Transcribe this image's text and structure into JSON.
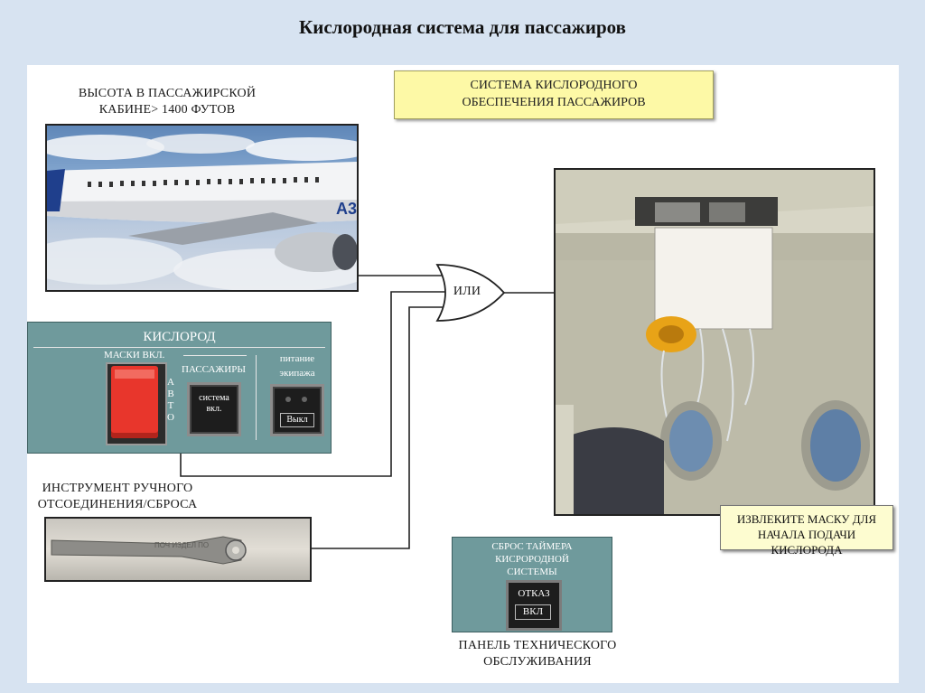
{
  "title": "Кислородная система для пассажиров",
  "system_box": {
    "line1": "СИСТЕМА КИСЛОРОДНОГО",
    "line2": "ОБЕСПЕЧЕНИЯ ПАССАЖИРОВ"
  },
  "altitude_label": {
    "line1": "ВЫСОТА В ПАССАЖИРСКОЙ",
    "line2": "КАБИНЕ> 1400 ФУТОВ"
  },
  "or_gate_label": "ИЛИ",
  "oxygen_panel": {
    "title": "КИСЛОРОД",
    "masks_label": "МАСКИ ВКЛ.",
    "auto_label": [
      "А",
      "В",
      "Т",
      "О"
    ],
    "passengers_label": "ПАССАЖИРЫ",
    "system_on": {
      "line1": "система",
      "line2": "вкл."
    },
    "crew_power": {
      "line1": "питание",
      "line2": "экипажа"
    },
    "off_label": "Выкл"
  },
  "tool_label": {
    "line1": "ИНСТРУМЕНТ РУЧНОГО",
    "line2": "ОТСОЕДИНЕНИЯ/СБРОСА"
  },
  "tool_engraving": "ПОЧ ИЗДЕЛ ПО",
  "airplane_marking": "А3",
  "callout": {
    "line1": "ИЗВЛЕКИТЕ МАСКУ ДЛЯ",
    "line2": "НАЧАЛА ПОДАЧИ КИСЛОРОДА"
  },
  "maintenance_panel": {
    "line1": "СБРОС ТАЙМЕРА",
    "line2": "КИСРОРОДНОЙ",
    "line3": "СИСТЕМЫ",
    "fault": "ОТКАЗ",
    "on": "ВКЛ"
  },
  "maintenance_label": {
    "line1": "ПАНЕЛЬ ТЕХНИЧЕСКОГО",
    "line2": "ОБСЛУЖИВАНИЯ"
  },
  "colors": {
    "background": "#d7e3f1",
    "yellow_box": "#fdf9a6",
    "panel_teal": "#6f9a9c",
    "mask_orange": "#e8a317",
    "guard_red": "#e8362c"
  }
}
